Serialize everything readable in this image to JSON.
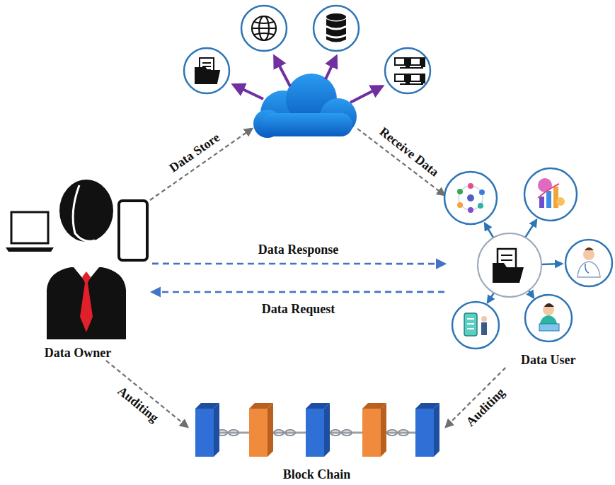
{
  "diagram": {
    "nodes": [
      {
        "text": [
          "Data Owner"
        ]
      },
      {
        "text": [
          "Data User"
        ]
      },
      {
        "text": [
          "Block Chain"
        ]
      }
    ],
    "edges": [
      {
        "from": 0,
        "to": 1,
        "label": "Data Response",
        "arrow": "to"
      },
      {
        "from": 1,
        "to": 0,
        "label": "Data Request",
        "arrow": "to"
      },
      {
        "from": 0,
        "to": 2,
        "label": "Auditing",
        "arrow": "to"
      },
      {
        "from": 1,
        "to": 2,
        "label": "Auditing",
        "arrow": "to"
      }
    ],
    "labels": [
      "Data Store",
      "Receive Data"
    ]
  }
}
